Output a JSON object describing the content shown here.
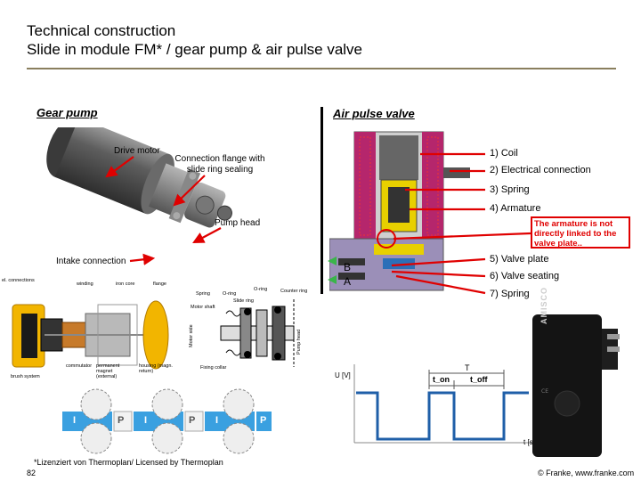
{
  "header": {
    "title_line1": "Technical construction",
    "title_line2": "Slide in module FM* / gear pump & air pulse valve"
  },
  "gear_pump": {
    "heading": "Gear pump",
    "labels": {
      "drive_motor": "Drive motor",
      "connection_flange": "Connection flange with slide ring sealing",
      "pump_head": "Pump head",
      "intake_connection": "Intake connection"
    },
    "motor_diagram": {
      "el_connections": "el. connections",
      "winding": "winding",
      "iron_core": "iron core",
      "flange": "flange",
      "brush_system": "brush system",
      "commutator": "commutator",
      "permanent_magnet": "permanent magnet (external)",
      "housing": "housing (magn. return)"
    },
    "seal_diagram": {
      "spring": "Spring",
      "o_ring": "O-ring",
      "o_ring2": "O-ring",
      "slide_ring": "Slide ring",
      "counter_ring": "Counter ring",
      "motor_shaft": "Motor shaft",
      "motor_side": "Motor side",
      "pump_head": "Pump head",
      "fixing_collar": "Fixing collar"
    },
    "gear_labels": [
      "I",
      "P",
      "I",
      "P",
      "I",
      "P"
    ],
    "license_note": "*Lizenziert von Thermoplan/ Licensed by Thermoplan"
  },
  "air_pulse_valve": {
    "heading": "Air pulse valve",
    "parts": [
      "1) Coil",
      "2) Electrical connection",
      "3) Spring",
      "4) Armature",
      "5) Valve plate",
      "6) Valve seating",
      "7)  Spring"
    ],
    "port_b": "B",
    "port_a": "A",
    "note": "The armature is not directly linked to the valve plate..",
    "signal": {
      "y_label": "U [V]",
      "x_label": "t [s]",
      "period_label": "T",
      "t_on": "t_on",
      "t_off": "t_off"
    },
    "product_label": "AMISCO"
  },
  "footer": {
    "page_number": "82",
    "copyright": "© Franke, www.franke.com"
  }
}
